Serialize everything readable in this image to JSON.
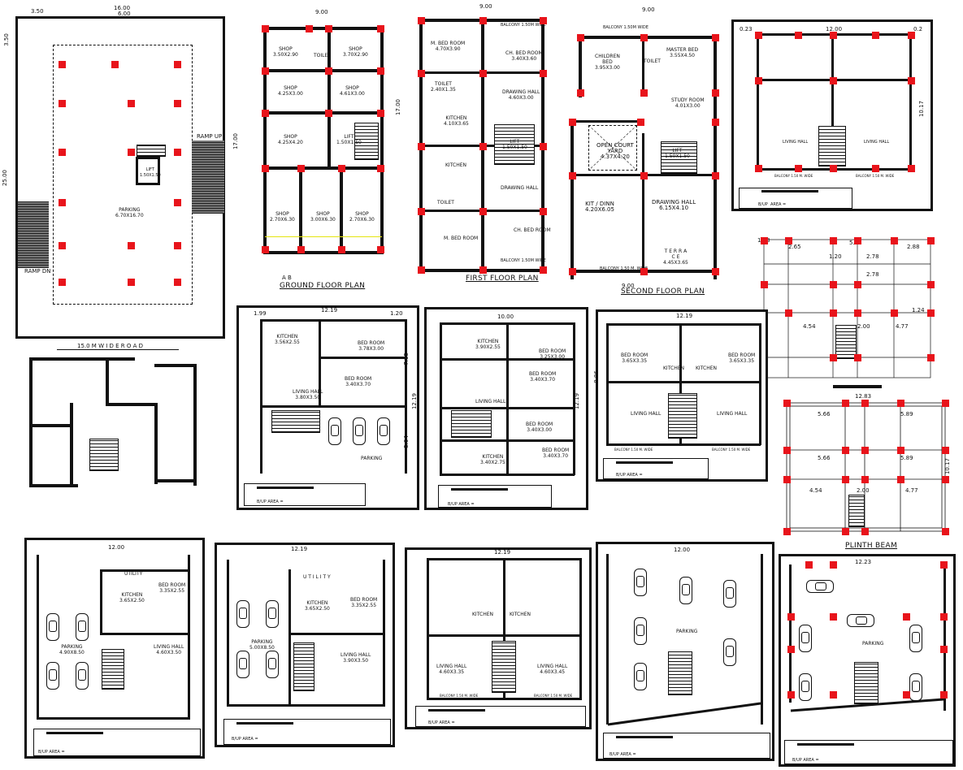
{
  "site_plan": {
    "dim_top_a": "3.50",
    "dim_top_b": "16.00",
    "dim_top_c": "6.00",
    "dim_left_a": "3.50",
    "dim_left_b": "25.00",
    "ramp_up": "RAMP UP",
    "ramp_dn": "RAMP DN",
    "lift": "LIFT\n1.50X1.50",
    "parking": "PARKING\n6.70X16.70",
    "road": "15.0  M   W I D E   R O A D"
  },
  "ground_floor": {
    "dim_top": "9.00",
    "dim_side": "17.00",
    "shop1": "SHOP\n3.50X2.90",
    "toilet": "TOILET",
    "shop2": "SHOP\n3.70X2.90",
    "shop3": "SHOP\n4.25X3.00",
    "shop4": "SHOP\n4.61X3.00",
    "shop5": "SHOP\n4.25X4.20",
    "lift": "LIFT\n1.50X1.50",
    "shop6": "SHOP\n2.70X6.30",
    "shop7": "SHOP\n3.00X6.30",
    "shop8": "SHOP\n2.70X6.30",
    "section": "A  B",
    "caption": "GROUND  FLOOR PLAN"
  },
  "first_floor": {
    "dim_top": "9.00",
    "dim_side": "17.00",
    "bed1": "M. BED ROOM\n4.70X3.90",
    "bal1": "BALCONY 1.50M WIDE",
    "bed2": "CH. BED ROOM\n3.40X3.60",
    "toilet1": "TOILET\n2.40X1.35",
    "drawing1": "DRAWING HALL\n4.60X3.00",
    "kitchen1": "KITCHEN\n4.10X3.65",
    "lift": "LIFT\n1.50X1.50",
    "kitchen2": "KITCHEN",
    "drawing2": "DRAWING HALL",
    "toilet2": "TOILET",
    "bed3": "M. BED ROOM",
    "bed4": "CH. BED ROOM",
    "bal2": "BALCONY 1.50M WIDE",
    "caption": "FIRST FLOOR PLAN"
  },
  "second_floor": {
    "dim_top": "9.00",
    "balcony_top": "BALCONY 1.50M WIDE",
    "children": "CHILDREN\nBED\n3.95X3.00",
    "toilet": "TOILET",
    "master": "MASTER BED\n3.55X4.50",
    "study": "STUDY ROOM\n4.01X3.00",
    "open_court": "OPEN COURT\nYARD\n4.37X4.20",
    "lift": "LIFT\n1.50X1.50",
    "kit": "KIT / DINN\n4.20X6.05",
    "drawing": "DRAWING HALL\n6.15X4.10",
    "terrace": "T E R R A\nC E\n4.45X3.65",
    "balcony_bot": "BALCONY 1.50 M. WIDE",
    "dim_bot": "9.00",
    "caption": "SECOND  FLOOR PLAN"
  },
  "plan_top_right": {
    "dim_top": "12.00",
    "dim_corner_l": "0.23",
    "dim_corner_r": "0.2",
    "dim_side": "10.17",
    "living1": "LIVING HALL",
    "living2": "LIVING HALL",
    "bal1": "BALCONY 1.50 M. WIDE",
    "bal2": "BALCONY 1.50 M. WIDE",
    "area": "B/UP  AREA ="
  },
  "plan_r2": {
    "dim_top": "12.19",
    "dim_l": "1.99",
    "dim_r": "1.20",
    "dim_side_a": "7.15",
    "dim_side_b": "12.19",
    "dim_side_c": "5.04",
    "kitchen": "KITCHEN\n3.56X2.55",
    "bed1": "BED ROOM\n3.78X3.00",
    "bed2": "BED ROOM\n3.40X3.70",
    "living": "LIVING HALL\n3.80X3.50",
    "parking": "PARKING",
    "area": "B/UP AREA ="
  },
  "plan_r3": {
    "dim_top": "10.00",
    "dim_side": "12.19",
    "kitchen1": "KITCHEN\n3.90X2.55",
    "bed1": "BED ROOM\n3.25X3.00",
    "bed2": "BED ROOM\n3.40X3.70",
    "living": "LIVING HALL",
    "bed3": "BED ROOM\n3.40X3.00",
    "bed4": "BED ROOM\n3.40X3.70",
    "kitchen2": "KITCHEN\n3.40X2.75",
    "area": "B/UP AREA ="
  },
  "plan_r4": {
    "dim_top": "12.19",
    "dim_side": "8.86",
    "bed1": "BED ROOM\n3.65X3.35",
    "kitchen1": "KITCHEN",
    "kitchen2": "KITCHEN",
    "bed2": "BED ROOM\n3.65X3.35",
    "living1": "LIVING HALL",
    "living2": "LIVING HALL",
    "bal1": "BALCONY 1.50 M. WIDE",
    "bal2": "BALCONY 1.50 M. WIDE",
    "area": "B/UP AREA ="
  },
  "column_grid": {
    "d1": "1.53",
    "d2": "2.65",
    "d3": "5.78",
    "d4": "2.88",
    "d5": "2.78",
    "d6": "2.78",
    "d7": "4.54",
    "d8": "2.00",
    "d9": "4.77",
    "d10": "1.20",
    "d11": "1.24"
  },
  "plinth": {
    "dim_top": "12.83",
    "d1": "5.66",
    "d2": "5.89",
    "d3": "5.66",
    "d4": "5.89",
    "d5": "4.54",
    "d6": "2.00",
    "d7": "4.77",
    "dim_side": "10.17",
    "caption": "PLINTH BEAM"
  },
  "plan_b1": {
    "dim_top": "12.00",
    "utility": "UTILITY",
    "kitchen": "KITCHEN\n3.65X2.50",
    "bed": "BED ROOM\n3.35X2.55",
    "living": "LIVING HALL\n4.60X3.50",
    "parking": "PARKING\n4.90X8.50",
    "area": "B/UP AREA ="
  },
  "plan_b2": {
    "dim_top": "12.19",
    "utility": "U T I L I T Y",
    "kitchen": "KITCHEN\n3.65X2.50",
    "bed": "BED ROOM\n3.35X2.55",
    "living": "LIVING HALL\n3.90X3.50",
    "parking": "PARKING\n5.00X8.50",
    "area": "B/UP AREA ="
  },
  "plan_b3": {
    "dim_top": "12.19",
    "kitchen1": "KITCHEN",
    "kitchen2": "KITCHEN",
    "living1": "LIVING HALL\n4.60X3.35",
    "living2": "LIVING HALL\n4.60X3.45",
    "bal1": "BALCONY 1.50 M. WIDE",
    "bal2": "BALCONY 1.50 M. WIDE",
    "area": "B/UP AREA ="
  },
  "plan_b4": {
    "dim_top": "12.00",
    "parking": "PARKING",
    "area": "B/UP AREA ="
  },
  "plan_b5": {
    "dim_top": "12.23",
    "parking": "PARKING",
    "area": "B/UP AREA ="
  }
}
